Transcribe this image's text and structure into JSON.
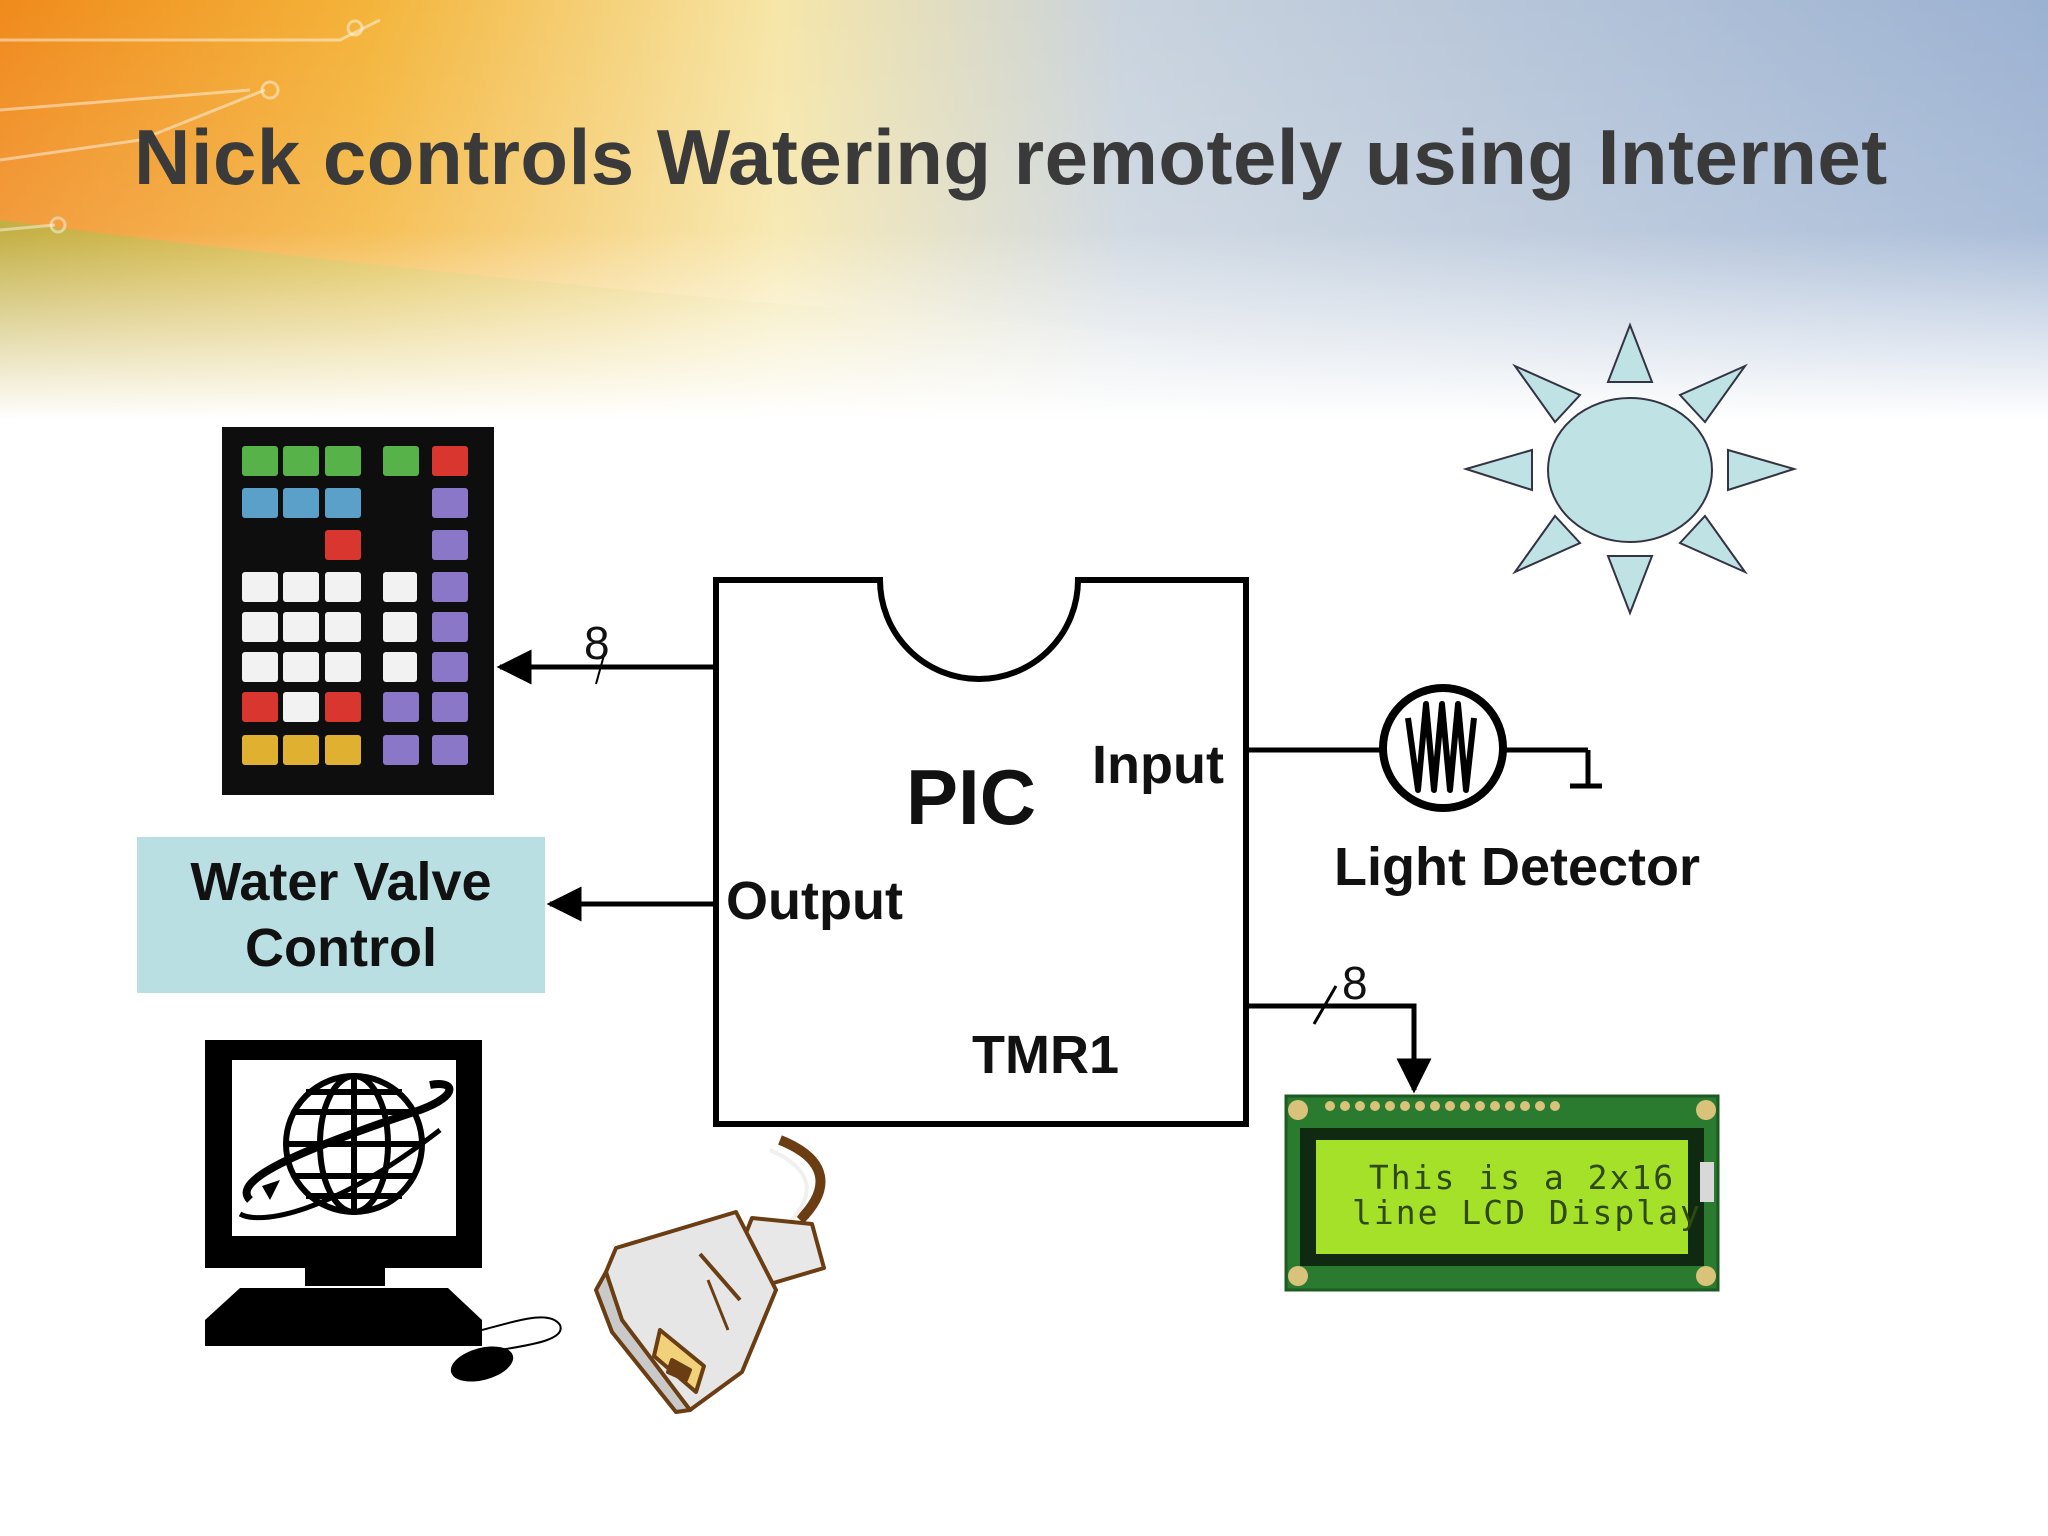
{
  "slide": {
    "title": "Nick controls Watering remotely using Internet"
  },
  "diagram": {
    "pic_label": "PIC",
    "input_label": "Input",
    "output_label": "Output",
    "timer_label": "TMR1",
    "light_detector_label": "Light Detector",
    "valve_line1": "Water Valve",
    "valve_line2": "Control",
    "bus_width_keypad": "8",
    "bus_width_lcd": "8",
    "lcd_line1": "This is a 2x16",
    "lcd_line2": "line LCD Display"
  },
  "colors": {
    "valve_box": "#b9dfe2",
    "sun": "#bfe3e4",
    "lcd_screen": "#a6e12a",
    "pcb": "#1f6a2a"
  },
  "icons": [
    "keypad-icon",
    "sun-icon",
    "light-sensor-icon",
    "computer-icon",
    "serial-connector-icon",
    "lcd-display-icon"
  ]
}
